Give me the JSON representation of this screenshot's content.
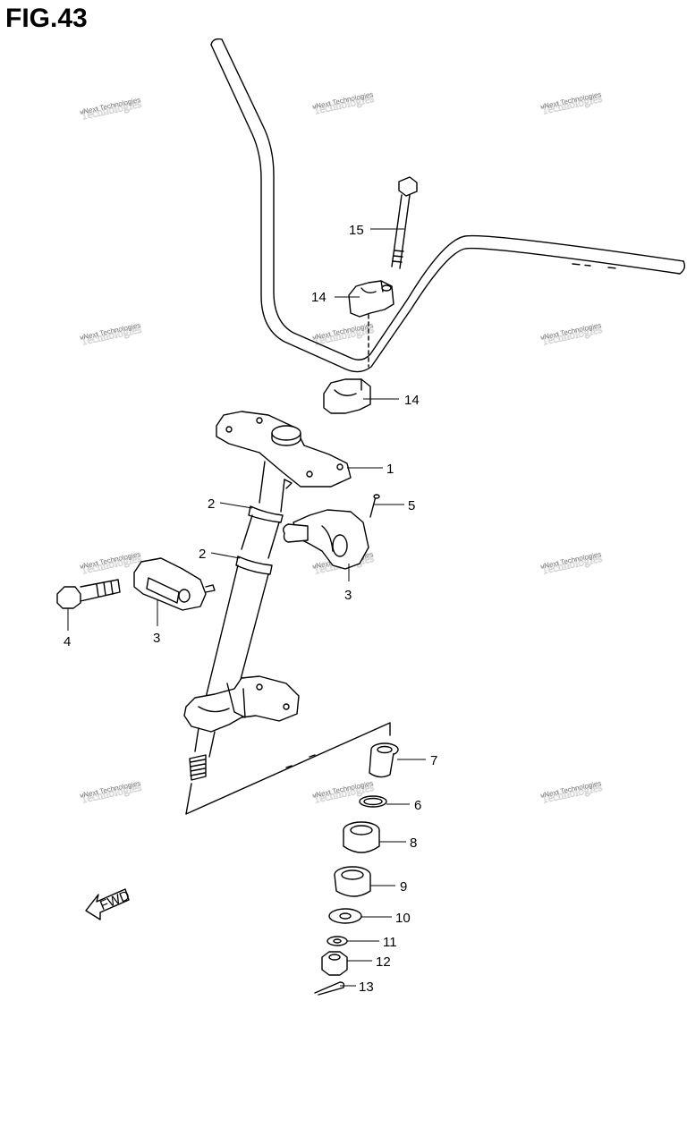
{
  "figure": {
    "title": "FIG.43"
  },
  "watermark": {
    "text": "vNext Technologies"
  },
  "callouts": {
    "c1": "1",
    "c2a": "2",
    "c2b": "2",
    "c3a": "3",
    "c3b": "3",
    "c4": "4",
    "c5": "5",
    "c6": "6",
    "c7": "7",
    "c8": "8",
    "c9": "9",
    "c10": "10",
    "c11": "11",
    "c12": "12",
    "c13": "13",
    "c14a": "14",
    "c14b": "14",
    "c15": "15"
  },
  "fwd_arrow": {
    "text": "FWD"
  }
}
